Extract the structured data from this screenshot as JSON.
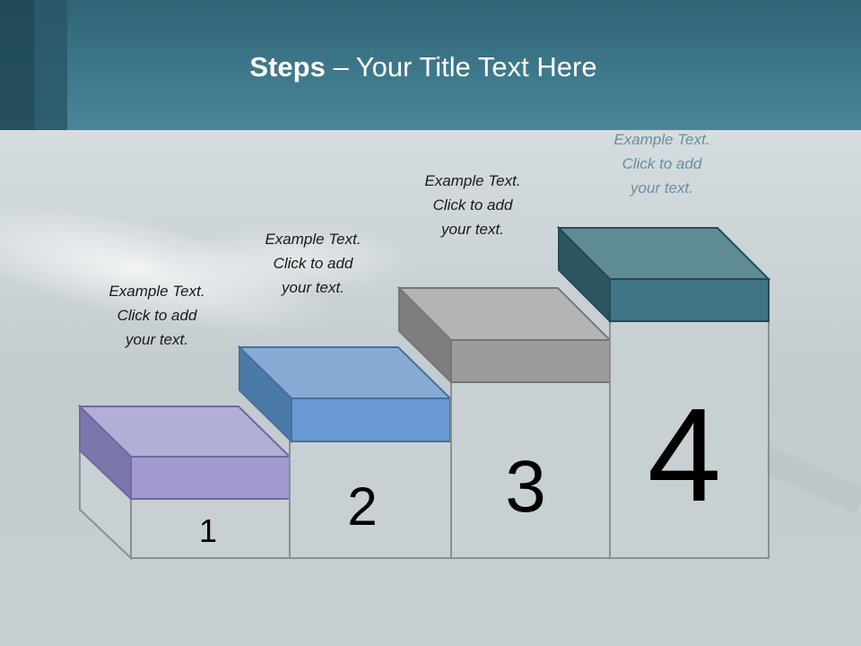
{
  "slide": {
    "title_bold": "Steps",
    "title_rest": " – Your Title Text Here"
  },
  "steps": [
    {
      "number": "1",
      "text": [
        "Example Text.",
        "Click  to add",
        "your text."
      ],
      "color": "#a09ad0"
    },
    {
      "number": "2",
      "text": [
        "Example Text.",
        "Click  to add",
        "your text."
      ],
      "color": "#6a9ad4"
    },
    {
      "number": "3",
      "text": [
        "Example Text.",
        "Click  to add",
        "your text."
      ],
      "color": "#9c9c9c"
    },
    {
      "number": "4",
      "text": [
        "Example Text.",
        "Click  to add",
        "your text."
      ],
      "color": "#3f7585"
    }
  ]
}
